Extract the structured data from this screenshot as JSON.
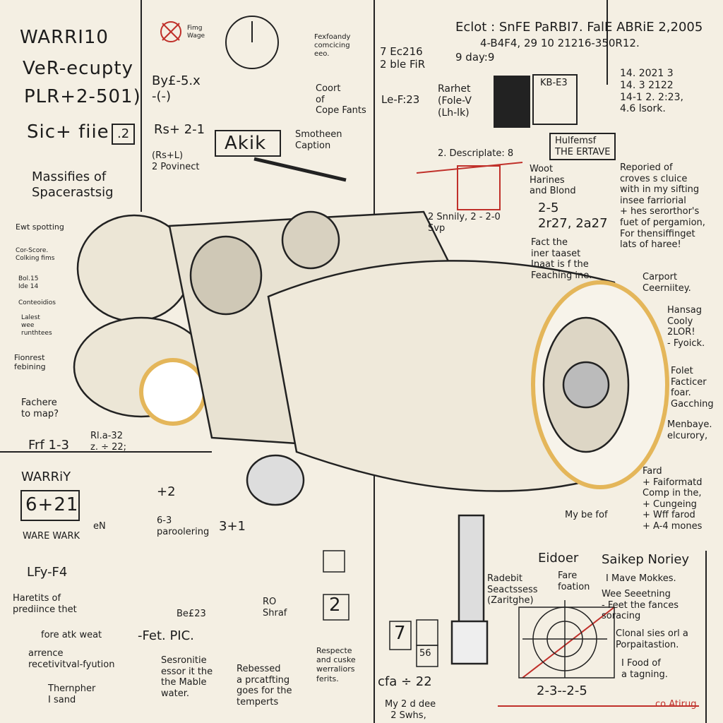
{
  "top_left": {
    "title": "WARRI10",
    "line2": "VeR-ecupty",
    "line3": "PLR+2-501)",
    "line4": "Sic+ fiie",
    "box_value": ".2",
    "note_by": "By£-5.x\n-(-)",
    "note_rst": "Rs+ 2-1",
    "note_rst2": "(Rs+L)\n2 Povinect",
    "massifies": "Massifies of\nSpacerastsig"
  },
  "top_center": {
    "legend_text": "Fexfoandy\ncomcicing\neeo.",
    "clock_labels": "Fimg\nWage",
    "coort": "Coort\nof\nCope Fants",
    "akik": "Akik",
    "smotheen": "Smotheen\nCaption"
  },
  "top_right": {
    "header1": "Eclot : SnFE PaRBI7. FalE ABRiE 2,2005",
    "header2": "4-B4F4, 29 10 21216-350R12.",
    "left_note1": "7 Ec216\n2 ble FiR",
    "left_note2": "9 day:9",
    "lef": "Le-F:23",
    "rarhet": "Rarhet\n(Fole-V\n(Lh-lk)",
    "kb": "KB-E3",
    "dates": "14. 2021 3\n14. 3 2122\n14-1 2. 2:23,\n4.6 lsork.",
    "hulfemsf": "Hulfemsf\nTHE ERTAVE",
    "descriplate": "2. Descriplate: 8",
    "woot": "Woot\nHarines\nand Blond",
    "num1": "2-5\n2r27, 2a27",
    "summy": "2 Snnily, 2 - 2-0\nSvp",
    "reported": "Reporied of\ncroves s cluice\nwith in my sifting\ninsee farriorial\n+ hes serorthor's\nfuet of pergamion,\nFor thensiffinget\nlats of haree!",
    "fact": "Fact the\niner taaset\nInaat is f the\nFeaching ine."
  },
  "right_side": [
    "Carport\nCeerniitey.",
    "Hansag\nCooly\n2LOR!\n- Fyoick.",
    "Folet\nFacticer\nfoar.\nGacching",
    "Menbaye.\nelcurory,",
    "Fard\n+ Faiformatd\nComp in the,\n+ Cungeing\n+ Wff farod\n+ A-4 mones"
  ],
  "left_side": [
    "Ewt spotting",
    "Cor-Score.\nColking fims",
    "Bol.15\nIde 14",
    "Conteoidios",
    "Lalest\nwee\nrunthtees",
    "Fionrest\nfebining",
    "Fachere\nto map?"
  ],
  "bottom_left": {
    "frf": "Frf 1-3",
    "rla": "Rl.a-32\nz. ÷ 22;",
    "warriy": "WARRiY",
    "box": "6+21",
    "warewark": "WARE WARK",
    "en": "eN",
    "plus2": "+2",
    "parolering": "6-3\nparoolering",
    "p3": "3+1",
    "lfy": "LFy-F4",
    "haretits": "Haretits of\nprediince thet",
    "fore": "fore atk weat",
    "arrence": "arrence\nrecetivitval-fyution",
    "thernpher": "Thernpher\nI sand",
    "fetpic": "-Fet. PIC.",
    "sesronitie": "Sesronitie\nessor it the\nthe Mable\nwater.",
    "bes": "Be£23"
  },
  "bottom_center": {
    "ro": "RO\nShraf",
    "rebessed": "Rebessed\na prcatfting\ngoes for the\ntemperts",
    "respecte": "Respecte\nand cuske\nwerraliors\nferits.",
    "box2": "2",
    "box7": "7",
    "box56": "56",
    "formula": "cfa ÷ 22",
    "my": "My 2 d dee\n  2 Swhs,"
  },
  "bottom_right": {
    "mybe": "My be fof",
    "eidoer": "Eidoer",
    "fare": "Fare\nfoation",
    "radebit": "Radebit\nSeactssess\n(Zaritghe)",
    "saikep": "Saikep Noriey",
    "make": "I Mave Mokkes.",
    "wee": "Wee Seeetning\n- Feet the fances\nsoracing",
    "clonal": "Clonal sies orl a\nPorpaitastion.",
    "food": "I Food of\na tagning.",
    "scale": "2-3--2-5",
    "signature": "co Atirug"
  },
  "colors": {
    "paper": "#f4efe3",
    "ink": "#1c1c1c",
    "accent": "#e4b65a",
    "red": "#c0302a"
  }
}
